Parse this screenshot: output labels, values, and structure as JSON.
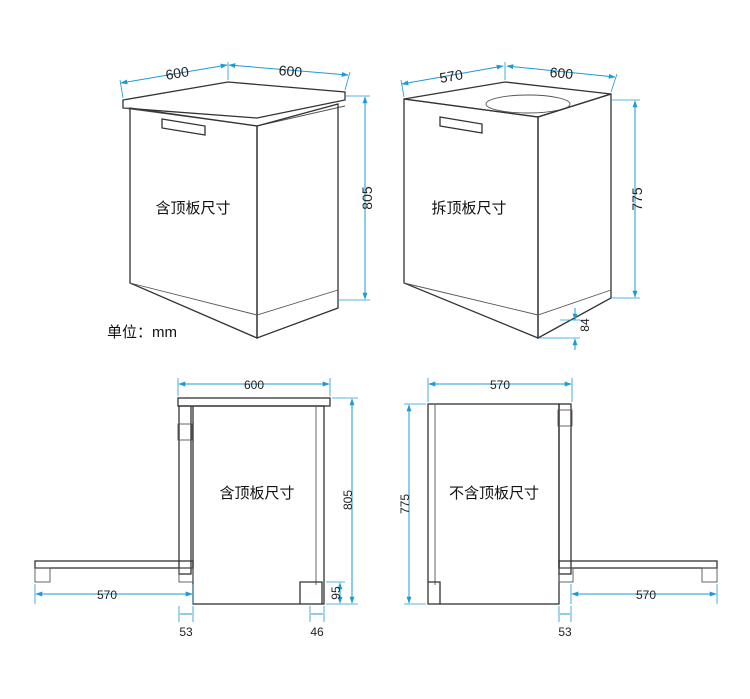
{
  "unit_label": "单位：mm",
  "iso_left": {
    "caption": "含顶板尺寸",
    "width_front": "600",
    "depth": "600",
    "height": "805"
  },
  "iso_right": {
    "caption": "拆顶板尺寸",
    "width_front": "570",
    "depth": "600",
    "height": "775",
    "plinth": "84"
  },
  "side_left": {
    "caption": "含顶板尺寸",
    "depth": "600",
    "height": "805",
    "door_open": "570",
    "door_offset": "53",
    "rear_gap": "46",
    "plinth_height": "95"
  },
  "side_right": {
    "caption": "不含顶板尺寸",
    "depth": "570",
    "height": "775",
    "door_open": "570",
    "door_offset": "53"
  },
  "colors": {
    "dimension": "#1e9ad6",
    "outline": "#333333"
  }
}
